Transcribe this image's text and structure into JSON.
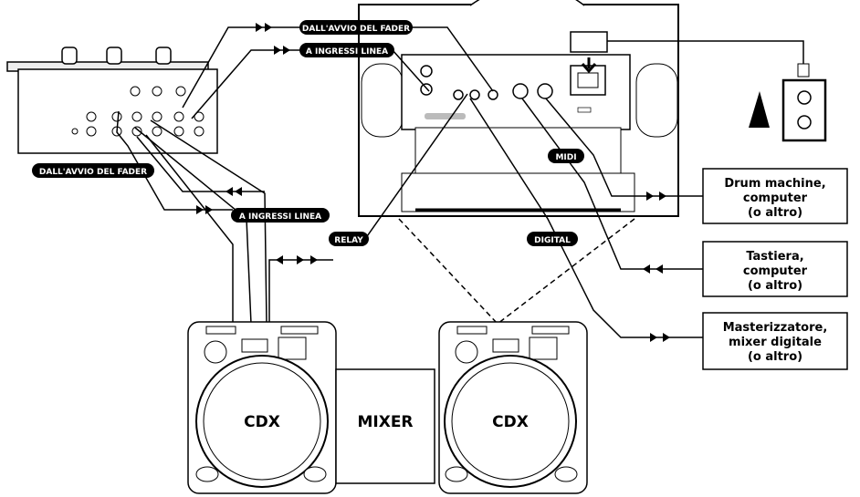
{
  "labels": {
    "fader_start_top": "DALL'AVVIO DEL FADER",
    "line_inputs_top": "A INGRESSI LINEA",
    "fader_start_left": "DALL'AVVIO DEL FADER",
    "line_inputs_mid": "A INGRESSI LINEA",
    "relay": "RELAY",
    "digital": "DIGITAL",
    "midi": "MIDI"
  },
  "devices": {
    "drum_machine": [
      "Drum machine,",
      "computer",
      "(o altro)"
    ],
    "keyboard": [
      "Tastiera,",
      "computer",
      "(o altro)"
    ],
    "recorder": [
      "Masterizzatore,",
      "mixer digitale",
      "(o altro)"
    ]
  },
  "units": {
    "cdx_left": "CDX",
    "mixer": "MIXER",
    "cdx_right": "CDX"
  }
}
